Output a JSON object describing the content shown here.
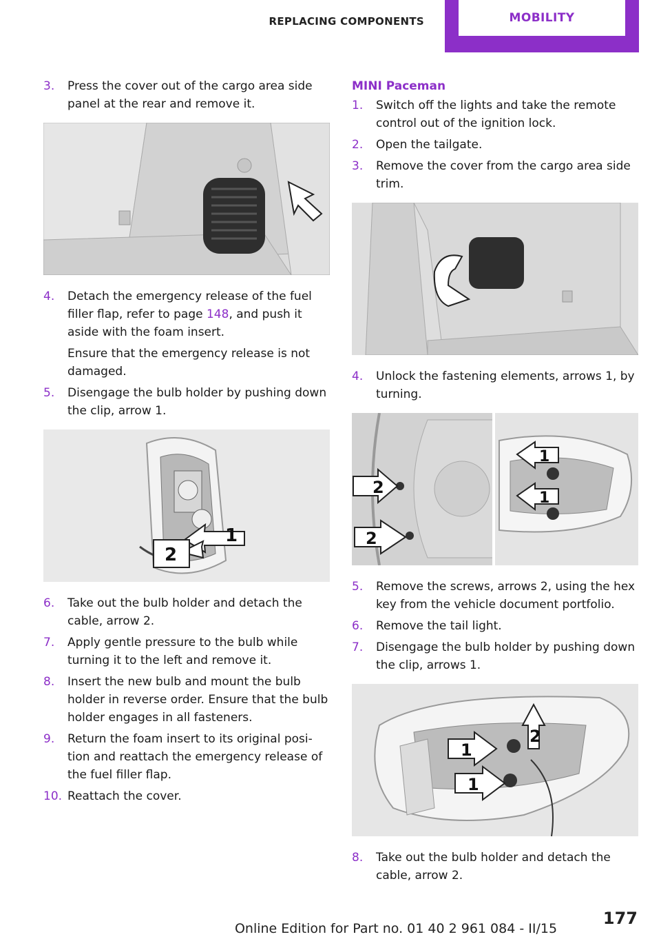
{
  "header": {
    "section": "REPLACING COMPONENTS",
    "chapter": "MOBILITY"
  },
  "left_column": {
    "step3": {
      "num": "3.",
      "text": "Press the cover out of the cargo area side panel at the rear and remove it."
    },
    "step4": {
      "num": "4.",
      "text_before": "Detach the emergency release of the fuel filler flap, refer to page ",
      "link": "148",
      "text_after": ", and push it aside with the foam insert."
    },
    "step4_note": "Ensure that the emergency release is not damaged.",
    "step5": {
      "num": "5.",
      "text": "Disengage the bulb holder by pushing down the clip, arrow 1."
    },
    "fig2_labels": {
      "a": "1",
      "b": "2"
    },
    "steps_after": [
      {
        "num": "6.",
        "text": "Take out the bulb holder and detach the cable, arrow 2."
      },
      {
        "num": "7.",
        "text": "Apply gentle pressure to the bulb while turning it to the left and remove it."
      },
      {
        "num": "8.",
        "text": "Insert the new bulb and mount the bulb holder in reverse order. Ensure that the bulb holder engages in all fasteners."
      },
      {
        "num": "9.",
        "text": "Return the foam insert to its original posi‐ tion and reattach the emergency release of the fuel filler flap."
      },
      {
        "num": "10.",
        "text": "Reattach the cover."
      }
    ]
  },
  "right_column": {
    "subheading": "MINI Paceman",
    "steps_a": [
      {
        "num": "1.",
        "text": "Switch off the lights and take the remote control out of the ignition lock."
      },
      {
        "num": "2.",
        "text": "Open the tailgate."
      },
      {
        "num": "3.",
        "text": "Remove the cover from the cargo area side trim."
      }
    ],
    "step4": {
      "num": "4.",
      "text": "Unlock the fastening elements, arrows 1, by turning."
    },
    "fig4_labels": {
      "a": "2",
      "b": "2",
      "c": "1",
      "d": "1"
    },
    "steps_b": [
      {
        "num": "5.",
        "text": "Remove the screws, arrows 2, using the hex key from the vehicle document portfolio."
      },
      {
        "num": "6.",
        "text": "Remove the tail light."
      },
      {
        "num": "7.",
        "text": "Disengage the bulb holder by pushing down the clip, arrows 1."
      }
    ],
    "fig5_labels": {
      "a": "1",
      "b": "2",
      "c": "1"
    },
    "step8": {
      "num": "8.",
      "text": "Take out the bulb holder and detach the cable, arrow 2."
    }
  },
  "footer": {
    "edition": "Online Edition for Part no. 01 40 2 961 084 - II/15",
    "page": "177"
  }
}
